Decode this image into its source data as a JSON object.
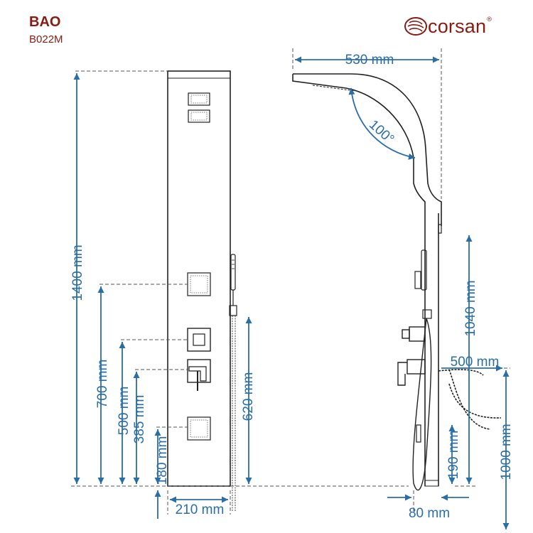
{
  "header": {
    "model_name": "BAO",
    "model_code": "B022M"
  },
  "brand": {
    "name": "corsan",
    "registered_mark": "®"
  },
  "colors": {
    "brand": "#8a1b12",
    "dimension": "#2a6ea8",
    "outline": "#222222"
  },
  "dimensions": {
    "total_height": "1400 mm",
    "height_700": "700 mm",
    "height_500": "500 mm",
    "height_385": "385 mm",
    "height_180": "180 mm",
    "height_620": "620 mm",
    "panel_width": "210 mm",
    "head_reach": "530 mm",
    "head_angle": "100°",
    "height_1040": "1040 mm",
    "hose_reach": "500 mm",
    "height_1000": "1000 mm",
    "height_190": "190 mm",
    "base_depth": "80 mm"
  }
}
